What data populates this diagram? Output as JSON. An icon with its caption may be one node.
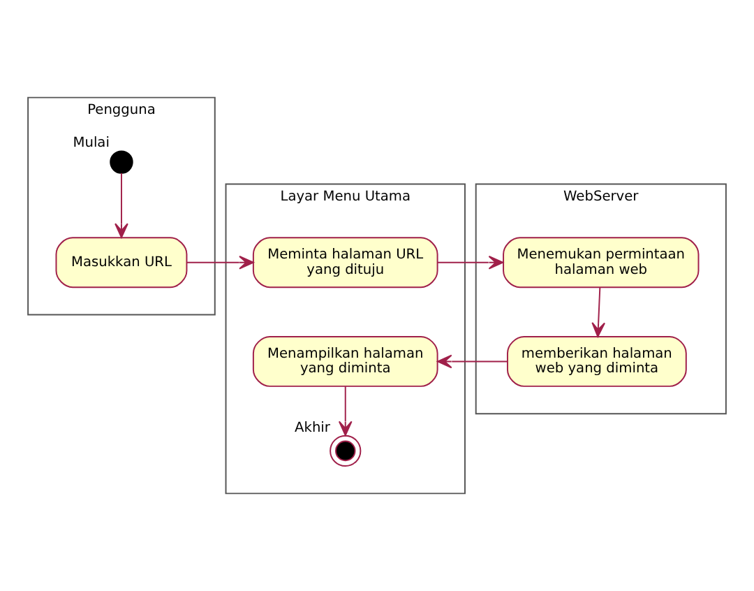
{
  "diagram": {
    "nodes": [
      {
        "text": [
          "Pengguna"
        ]
      },
      {
        "text": [
          "Layar Menu Utama"
        ]
      },
      {
        "text": [
          "WebServer"
        ]
      },
      {
        "text": [],
        "shape": "circle",
        "in": 0,
        "beside": [
          "Mulai"
        ]
      },
      {
        "text": [
          "Masukkan URL"
        ],
        "in": 0
      },
      {
        "text": [
          "Meminta halaman URL yang dituju"
        ],
        "in": 1
      },
      {
        "text": [
          "Menemukan permintaan halaman web"
        ],
        "in": 2
      },
      {
        "text": [
          "memberikan halaman web yang diminta"
        ],
        "in": 2
      },
      {
        "text": [
          "Menampilkan halaman yang diminta"
        ],
        "in": 1
      },
      {
        "text": [],
        "shape": "circle",
        "in": 1,
        "beside": [
          "Akhir"
        ]
      }
    ],
    "edges": [
      {
        "from": 3,
        "to": 4,
        "arrow": "to"
      },
      {
        "from": 4,
        "to": 5,
        "arrow": "to"
      },
      {
        "from": 5,
        "to": 6,
        "arrow": "to"
      },
      {
        "from": 6,
        "to": 7,
        "arrow": "to"
      },
      {
        "from": 7,
        "to": 8,
        "arrow": "to"
      },
      {
        "from": 8,
        "to": 9,
        "arrow": "to"
      }
    ]
  }
}
